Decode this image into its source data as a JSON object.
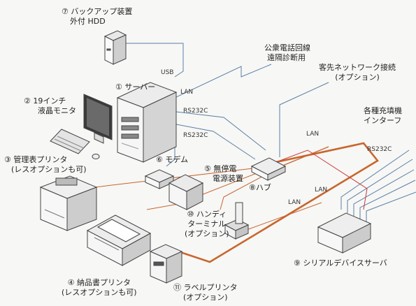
{
  "labels": {
    "backup": [
      "⑦ バックアップ装置",
      "外付 HDD"
    ],
    "server": "① サーバー",
    "monitor": [
      "② 19インチ",
      "液晶モニタ"
    ],
    "ledger_printer": [
      "③ 管理表プリンタ",
      "(レスオプションも可)"
    ],
    "modem": "⑥ モデム",
    "ups": [
      "⑤ 無停電",
      "電源装置"
    ],
    "handy": [
      "⑩ ハンディ",
      "ターミナル",
      "(オプション)"
    ],
    "hub": "⑧ハブ",
    "delivery_printer": [
      "④ 納品書プリンタ",
      "(レスオプションも可)"
    ],
    "label_printer": [
      "⑪ ラベルプリンタ",
      "(オプション)"
    ],
    "serial_server": "⑨ シリアルデバイスサーバ",
    "phone_line": [
      "公衆電話回線",
      "遠隔診断用"
    ],
    "customer_network": [
      "客先ネットワーク接続",
      "(オプション)"
    ],
    "interfaces": [
      "各種充填機",
      "インターフ"
    ]
  },
  "cables": {
    "usb": "USB",
    "lan1": "LAN",
    "rs232c_1": "RS232C",
    "rs232c_2": "RS232C",
    "lan2": "LAN",
    "lan3": "LAN",
    "lan4": "LAN",
    "rs232c_3": "RS232C"
  },
  "colors": {
    "background": "#f7f7f5",
    "device_line": "#444444",
    "cable_blue": "#5a7fa6",
    "cable_orange": "#c8662e",
    "cable_red": "#c83a3a",
    "ups_label": "#c53a2a"
  }
}
